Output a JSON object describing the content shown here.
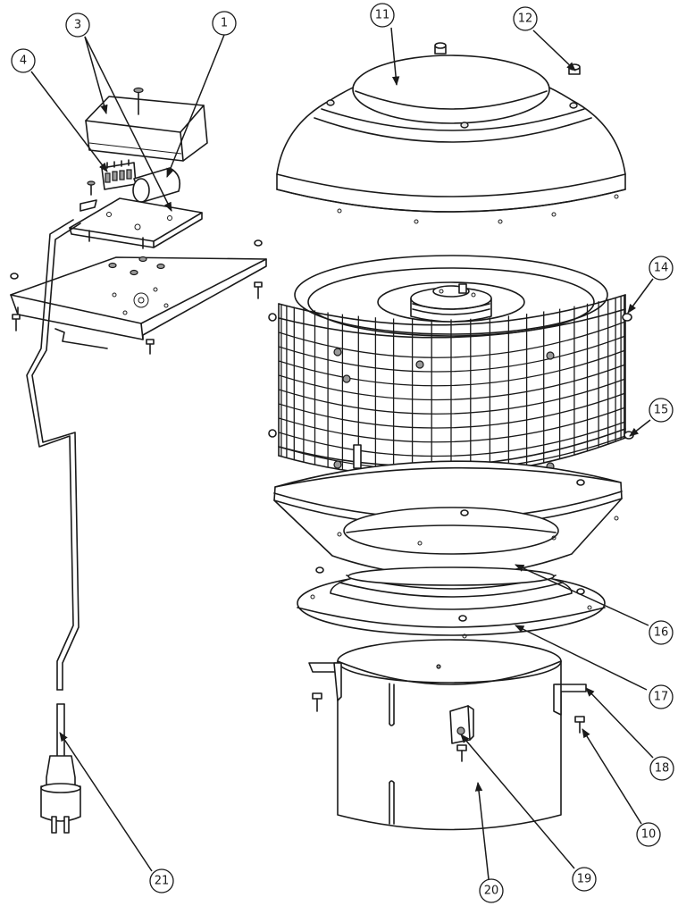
{
  "callouts": [
    {
      "id": "c1",
      "number": "1"
    },
    {
      "id": "c3",
      "number": "3"
    },
    {
      "id": "c4",
      "number": "4"
    },
    {
      "id": "c10",
      "number": "10"
    },
    {
      "id": "c11",
      "number": "11"
    },
    {
      "id": "c12",
      "number": "12"
    },
    {
      "id": "c14",
      "number": "14"
    },
    {
      "id": "c15",
      "number": "15"
    },
    {
      "id": "c16",
      "number": "16"
    },
    {
      "id": "c17",
      "number": "17"
    },
    {
      "id": "c18",
      "number": "18"
    },
    {
      "id": "c19",
      "number": "19"
    },
    {
      "id": "c20",
      "number": "20"
    },
    {
      "id": "c21",
      "number": "21"
    }
  ]
}
